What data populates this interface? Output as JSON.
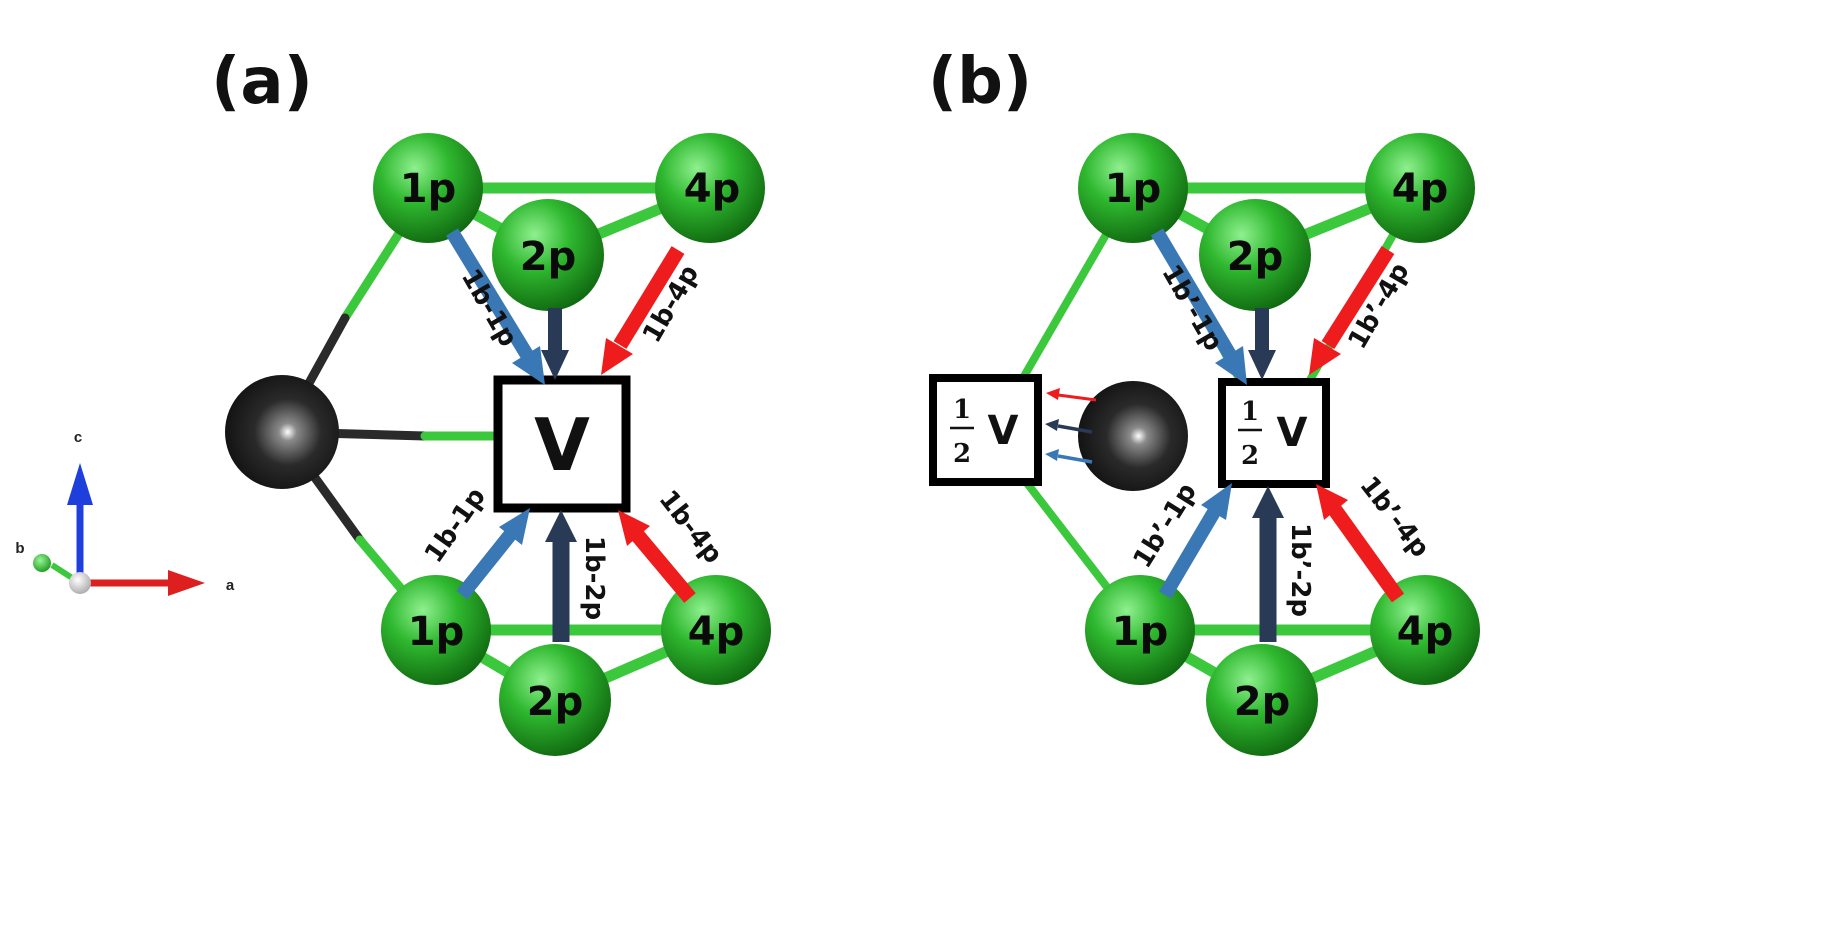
{
  "panels": [
    {
      "label": "(a)",
      "atoms": [
        "1p",
        "2p",
        "4p",
        "1p",
        "2p",
        "4p"
      ],
      "vacancy": "V",
      "arrow_labels": [
        "1b-1p",
        "1b-4p",
        "1b-1p",
        "1b-2p",
        "1b-4p"
      ]
    },
    {
      "label": "(b)",
      "atoms": [
        "1p",
        "2p",
        "4p",
        "1p",
        "2p",
        "4p"
      ],
      "vacancy_fraction": {
        "numerator": "1",
        "denominator": "2",
        "symbol": "V"
      },
      "arrow_labels": [
        "1b’-1p",
        "1b’-4p",
        "1b’-1p",
        "1b’-2p",
        "1b’-4p"
      ]
    }
  ],
  "axes": {
    "c": "c",
    "b": "b",
    "a": "a"
  },
  "colors": {
    "atom_green": "#2ea82e",
    "bond_green": "#3cc83c",
    "dark_atom": "#1c1c1c",
    "arrow_blue": "#3a78b5",
    "arrow_navy": "#283a55",
    "arrow_red": "#ee1c1c",
    "axis_blue": "#1f3fdd",
    "axis_red": "#dd1f1f"
  }
}
